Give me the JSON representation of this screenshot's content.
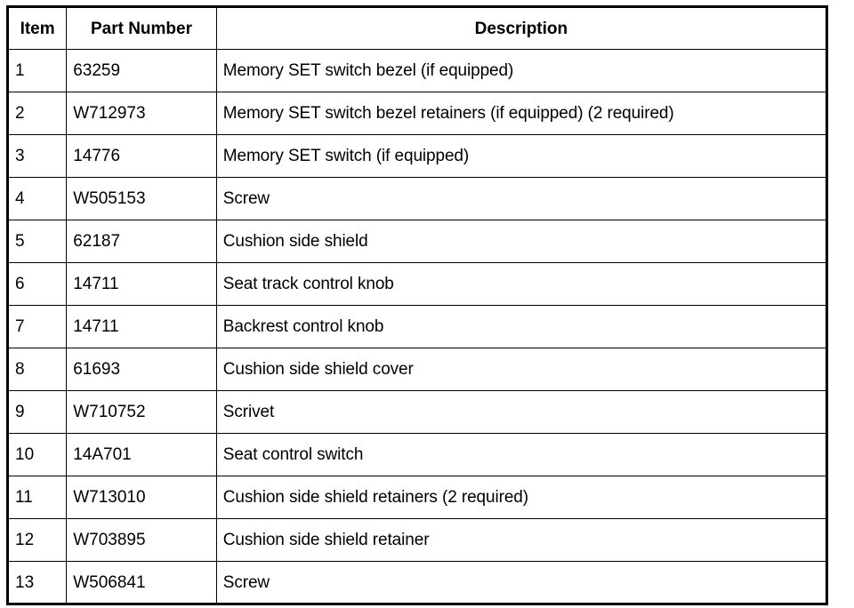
{
  "table": {
    "columns": [
      {
        "key": "item",
        "label": "Item"
      },
      {
        "key": "part_number",
        "label": "Part Number"
      },
      {
        "key": "description",
        "label": "Description"
      }
    ],
    "rows": [
      {
        "item": "1",
        "part_number": "63259",
        "description": "Memory SET switch bezel (if equipped)"
      },
      {
        "item": "2",
        "part_number": "W712973",
        "description": "Memory SET switch bezel retainers (if equipped) (2 required)"
      },
      {
        "item": "3",
        "part_number": "14776",
        "description": "Memory SET switch (if equipped)"
      },
      {
        "item": "4",
        "part_number": "W505153",
        "description": "Screw"
      },
      {
        "item": "5",
        "part_number": "62187",
        "description": "Cushion side shield"
      },
      {
        "item": "6",
        "part_number": "14711",
        "description": "Seat track control knob"
      },
      {
        "item": "7",
        "part_number": "14711",
        "description": "Backrest control knob"
      },
      {
        "item": "8",
        "part_number": "61693",
        "description": "Cushion side shield cover"
      },
      {
        "item": "9",
        "part_number": "W710752",
        "description": "Scrivet"
      },
      {
        "item": "10",
        "part_number": "14A701",
        "description": "Seat control switch"
      },
      {
        "item": "11",
        "part_number": "W713010",
        "description": "Cushion side shield retainers (2 required)"
      },
      {
        "item": "12",
        "part_number": "W703895",
        "description": "Cushion side shield retainer"
      },
      {
        "item": "13",
        "part_number": "W506841",
        "description": "Screw"
      }
    ]
  },
  "colors": {
    "border": "#000000",
    "text": "#000000",
    "background": "#ffffff"
  }
}
